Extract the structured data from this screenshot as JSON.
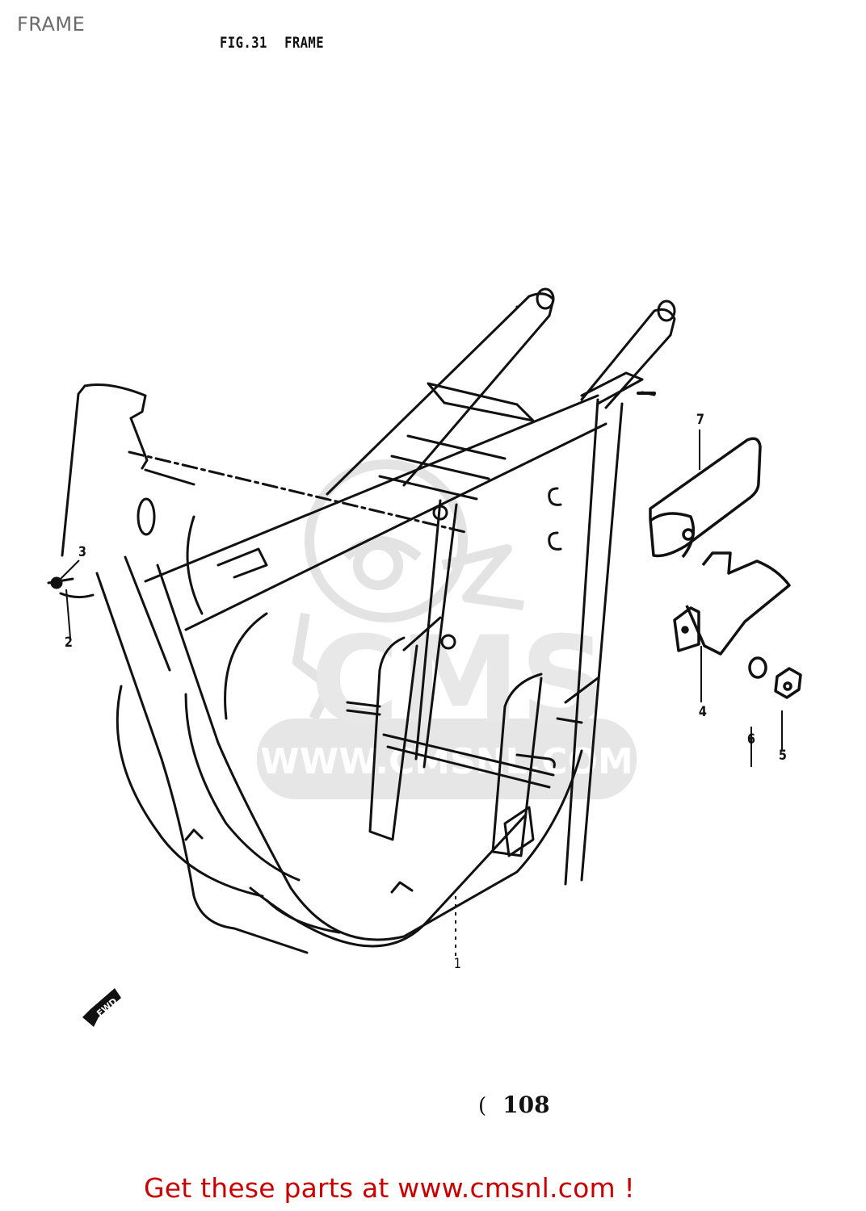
{
  "header": {
    "page_title": "FRAME",
    "figure_number": "FIG.31",
    "figure_title": "FRAME"
  },
  "diagram": {
    "description": "Exploded view of motorcycle frame with bracket parts",
    "callouts": [
      {
        "number": "1",
        "part": "frame"
      },
      {
        "number": "2",
        "part": "frame-left-fitting"
      },
      {
        "number": "3",
        "part": "frame-left-bolt"
      },
      {
        "number": "4",
        "part": "bracket"
      },
      {
        "number": "5",
        "part": "nut"
      },
      {
        "number": "6",
        "part": "lock-washer"
      },
      {
        "number": "7",
        "part": "cover-plate"
      }
    ],
    "direction_indicator": {
      "label": "FWD",
      "icon": "forward-arrow-icon"
    },
    "watermark": {
      "text": "WWW.CMSNL.COM",
      "logo": "CMS"
    }
  },
  "page": {
    "number": "108",
    "prefix": "("
  },
  "footer": {
    "link_text": "Get these parts at www.cmsnl.com !",
    "link_color": "#cc0000"
  },
  "colors": {
    "line_art": "#111111",
    "watermark": "#e3e3e3",
    "title_gray": "#6b6b6b"
  }
}
